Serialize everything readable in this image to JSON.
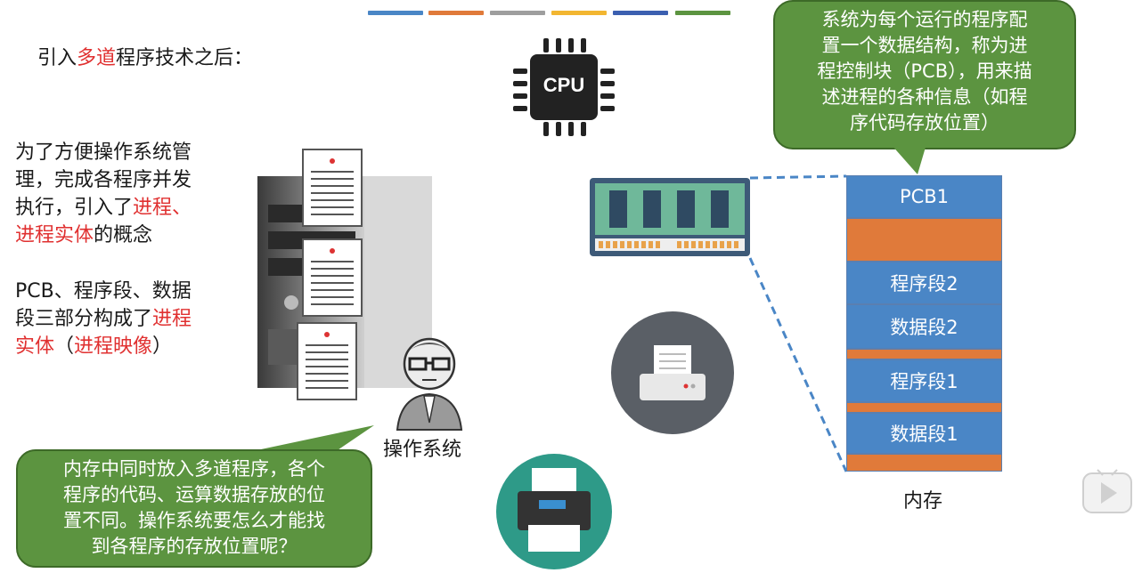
{
  "color_bar": [
    "#4a86c6",
    "#e07a3a",
    "#9e9e9e",
    "#f2b631",
    "#3b5fb0",
    "#5c9440"
  ],
  "intro": {
    "pre": "引入",
    "red": "多道",
    "post": "程序技术之后："
  },
  "para1": {
    "l1": "为了方便操作系统管",
    "l2": "理，完成各程序并发",
    "l3a": "执行，引入了",
    "l3b": "进程、",
    "l4a": "进程实体",
    "l4b": "的概念"
  },
  "para2": {
    "l1": "PCB、程序段、数据",
    "l2a": "段三部分构成了",
    "l2b": "进程",
    "l3a": "实体",
    "l3b": "（",
    "l3c": "进程映像",
    "l3d": "）"
  },
  "cpu_label": "CPU",
  "os_label": "操作系统",
  "bubble_top": {
    "l1": "系统为每个运行的程序配",
    "l2": "置一个数据结构，称为进",
    "l3": "程控制块（PCB），用来描",
    "l4": "述进程的各种信息（如程",
    "l5": "序代码存放位置）"
  },
  "bubble_bottom": {
    "l1": "内存中同时放入多道程序，各个",
    "l2": "程序的代码、运算数据存放的位",
    "l3": "置不同。操作系统要怎么才能找",
    "l4": "到各程序的存放位置呢？"
  },
  "memory": {
    "label": "内存",
    "blocks": [
      "PCB1",
      "",
      "程序段2",
      "数据段2",
      "",
      "程序段1",
      "",
      "数据段1",
      ""
    ]
  },
  "icons": [
    "cpu-icon",
    "server-icon",
    "document-icon",
    "os-person-icon",
    "ram-module-icon",
    "printer-icon",
    "play-icon"
  ]
}
